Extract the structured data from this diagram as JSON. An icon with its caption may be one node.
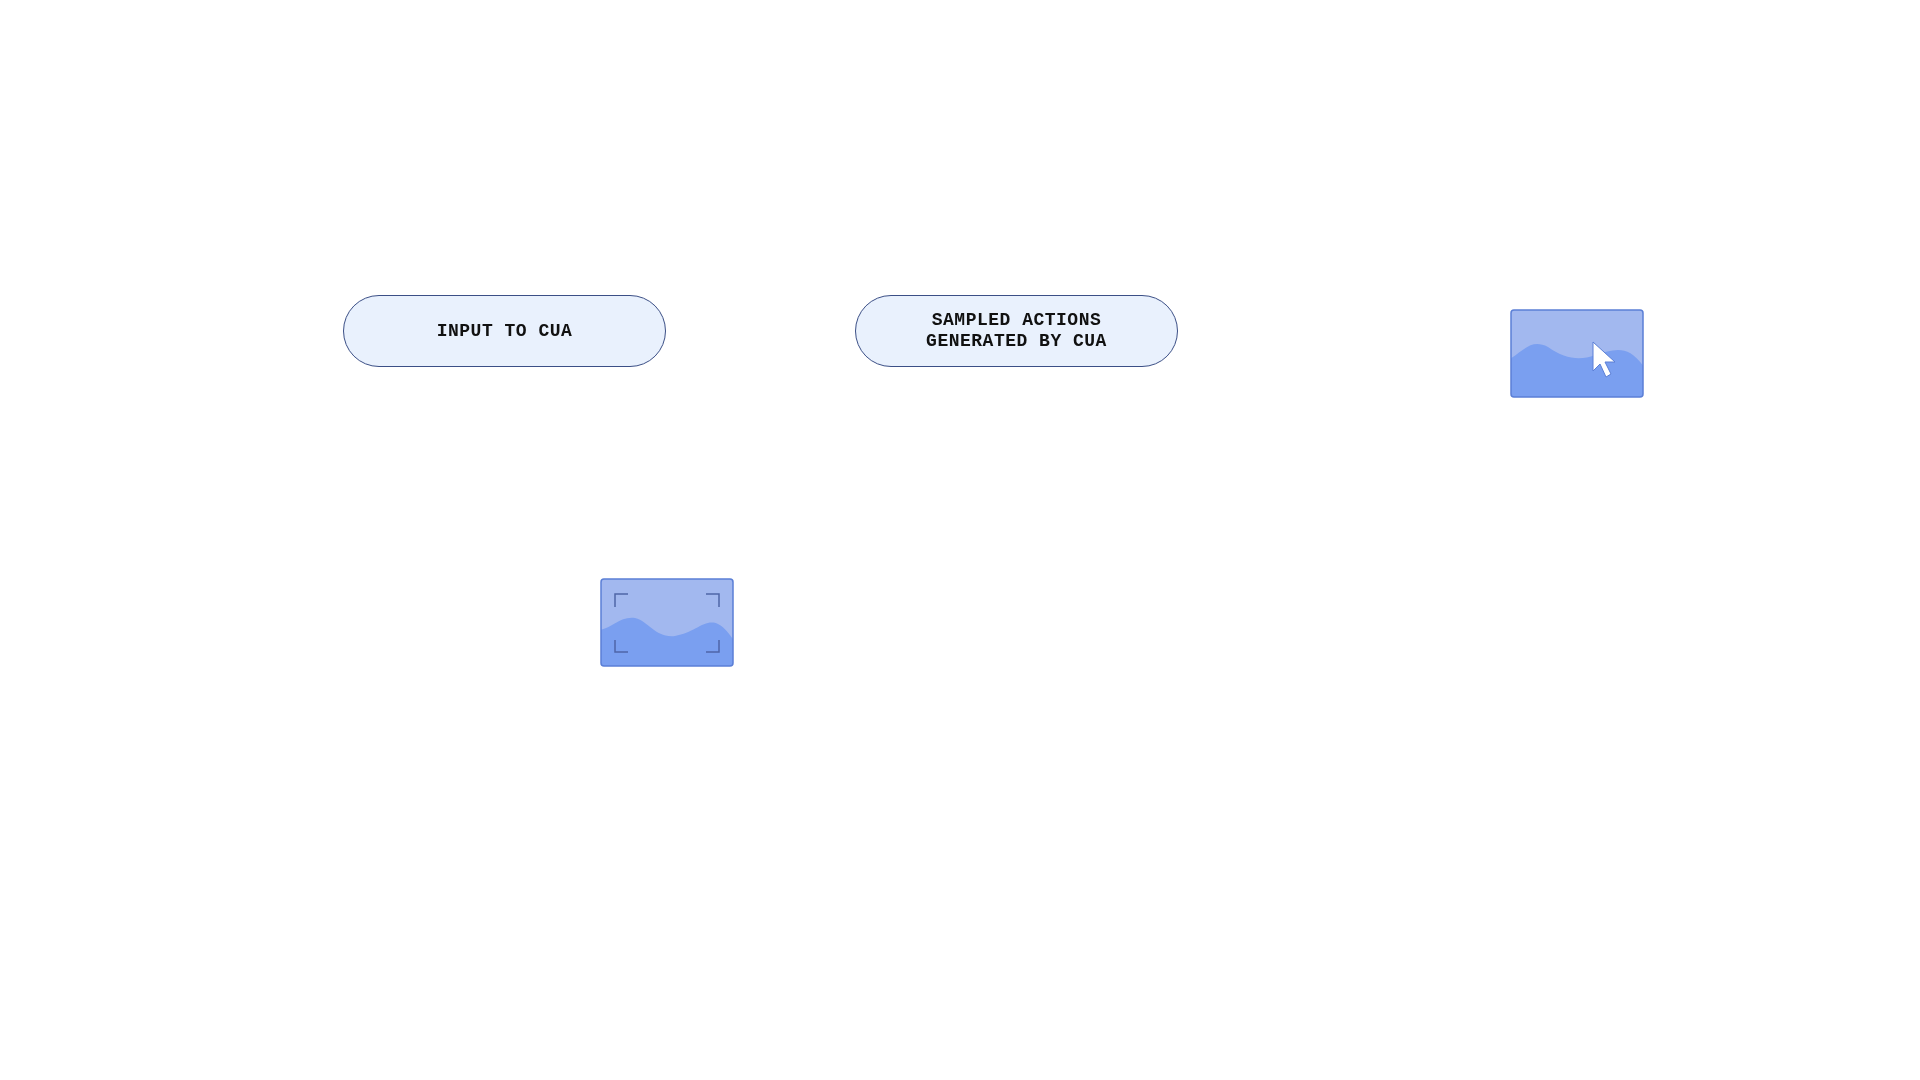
{
  "diagram": {
    "nodes": [
      {
        "text": [
          "INPUT TO CUA"
        ]
      },
      {
        "text": [
          "SAMPLED ACTIONS GENERATED BY CUA"
        ]
      },
      {
        "text": [],
        "shape": "picture"
      },
      {
        "text": [],
        "shape": "picture"
      }
    ]
  }
}
